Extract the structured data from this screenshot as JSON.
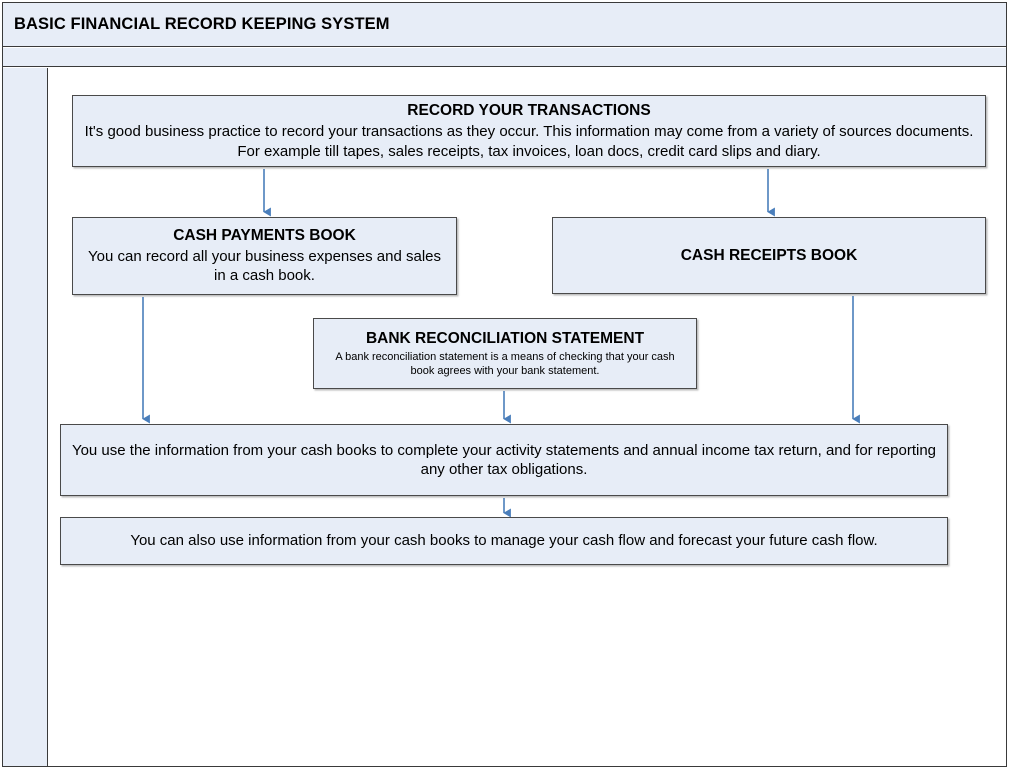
{
  "window": {
    "title": "BASIC FINANCIAL RECORD KEEPING SYSTEM"
  },
  "diagram": {
    "type": "flowchart",
    "accent_color": "#4a7ebb",
    "node_fill": "#e7edf7",
    "node_border": "#4a4a4a",
    "nodes": [
      {
        "id": "record",
        "title": "RECORD YOUR TRANSACTIONS",
        "body": "It's good business practice to record your transactions as they occur.  This information may come from a variety of sources documents.  For example till tapes, sales receipts, tax invoices, loan docs, credit card slips and diary."
      },
      {
        "id": "payments",
        "title": "CASH PAYMENTS BOOK",
        "body": "You can record all your business expenses and sales in a cash book."
      },
      {
        "id": "receipts",
        "title": "CASH RECEIPTS BOOK",
        "body": ""
      },
      {
        "id": "bankrec",
        "title": "BANK RECONCILIATION STATEMENT",
        "body": "A bank reconciliation statement is a means of checking that your cash book agrees with your bank statement."
      },
      {
        "id": "usage",
        "title": "",
        "body": "You use the information from your cash books to complete your activity statements and annual income tax return, and for reporting any other tax obligations."
      },
      {
        "id": "cashflow",
        "title": "",
        "body": "You can also use information from your cash books to manage your cash flow and forecast your future cash flow."
      }
    ],
    "edges": [
      {
        "from": "record",
        "to": "payments"
      },
      {
        "from": "record",
        "to": "receipts"
      },
      {
        "from": "payments",
        "to": "usage"
      },
      {
        "from": "bankrec",
        "to": "usage"
      },
      {
        "from": "receipts",
        "to": "usage"
      },
      {
        "from": "usage",
        "to": "cashflow"
      }
    ]
  }
}
